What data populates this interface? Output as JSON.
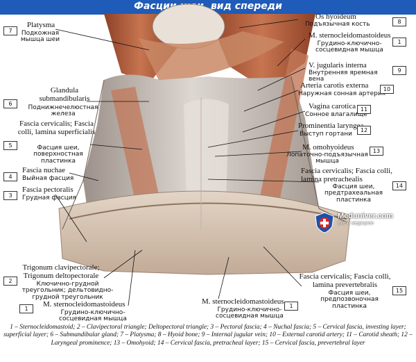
{
  "title": "Фасции шеи, вид спереди",
  "labels": [
    {
      "num": "7",
      "latin": "Platysma",
      "russian": "Подкожная мышца шеи"
    },
    {
      "num": "8",
      "latin": "Os hyoideum",
      "russian": "Подъязычная кость"
    },
    {
      "num": "1",
      "latin": "M. sternocleidomastoideus",
      "russian": "Грудино-ключично-сосцевидная мышца"
    },
    {
      "num": "9",
      "latin": "V. jugularis interna",
      "russian": "Внутренняя яремная вена"
    },
    {
      "num": "6",
      "latin": "Glandula submandibularis",
      "russian": "Поднижнечелюстная железа"
    },
    {
      "num": "10",
      "latin": "Arteria carotis externa",
      "russian": "Наружная сонная артерия"
    },
    {
      "num": "11",
      "latin": "Vagina carotica",
      "russian": "Сонное влагалище"
    },
    {
      "num": "5",
      "latin": "Fascia cervicalis; Fascia colli, lamina superficialis",
      "russian": "Фасция шеи, поверхностная пластинка"
    },
    {
      "num": "12",
      "latin": "Prominentia laryngea",
      "russian": "Выступ гортани"
    },
    {
      "num": "13",
      "latin": "M. omohyoideus",
      "russian": "Лопаточно-подъязычная мышца"
    },
    {
      "num": "4",
      "latin": "Fascia nuchae",
      "russian": "Выйная фасция"
    },
    {
      "num": "14",
      "latin": "Fascia cervicalis; Fascia colli, lamina pretrachealis",
      "russian": "Фасция шеи, предтрахеальная пластинка"
    },
    {
      "num": "3",
      "latin": "Fascia pectoralis",
      "russian": "Грудная фасция"
    },
    {
      "num": "2",
      "latin": "Trigonum clavipectorale; Trigonum deltopectorale",
      "russian": "Ключично-грудной треугольник; дельтовидно-грудной треугольник"
    },
    {
      "num": "15",
      "latin": "Fascia cervicalis; Fascia colli, lamina prevertebralis",
      "russian": "Фасция шеи, предпозвоночная пластинка"
    },
    {
      "num": "1",
      "latin": "M. sternocleidomastoideus",
      "russian": "Грудино-ключично-сосцевидная мышца"
    },
    {
      "num": "1",
      "latin": "M. sternocleidomastoideus",
      "russian": "Грудино-ключично-сосцевидная мышца"
    }
  ],
  "caption": "1 – Sternocleidomastoid; 2 – Clavipectoral triangle; Deltopectoral triangle; 3 – Pectoral fascia; 4 – Nuchal fascia; 5 – Cervical fascia, investing layer; superficial layer; 6 – Submandibular gland; 7 – Platysma; 8 – Hyoid bone; 9 – Internal jugular vein; 10 – External carotid artery; 11 – Carotid sheath; 12 – Laryngeal prominence; 13 – Omohyoid; 14 – Cervical fascia, pretracheal layer; 15 – Cervical fascia, prevertebral layer",
  "watermark": {
    "name": "Meduniver.com",
    "tagline": "Все о медицине"
  },
  "colors": {
    "title_bar": "#1f5bb8",
    "muscle": "#b8623f",
    "fascia": "#cfc9c3"
  }
}
